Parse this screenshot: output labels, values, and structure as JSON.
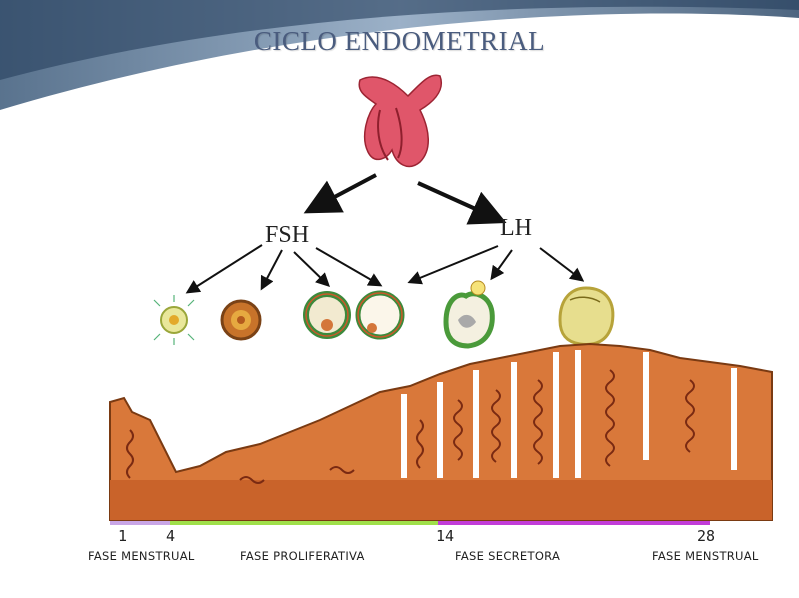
{
  "title": "CICLO ENDOMETRIAL",
  "hormones": {
    "left": "FSH",
    "right": "LH"
  },
  "days": {
    "d1": "1",
    "d4": "4",
    "d14": "14",
    "d28": "28"
  },
  "phases": {
    "menstrual_start": "FASE MENSTRUAL",
    "proliferative": "FASE PROLIFERATIVA",
    "secretory": "FASE SECRETORA",
    "menstrual_end": "FASE MENSTRUAL"
  },
  "colors": {
    "title": "#4a5c7e",
    "endometrium": "#d9783a",
    "menstrual_line": "#c9a6e6",
    "proliferative_line": "#9fe04a",
    "secretory_line": "#c23cd8"
  }
}
